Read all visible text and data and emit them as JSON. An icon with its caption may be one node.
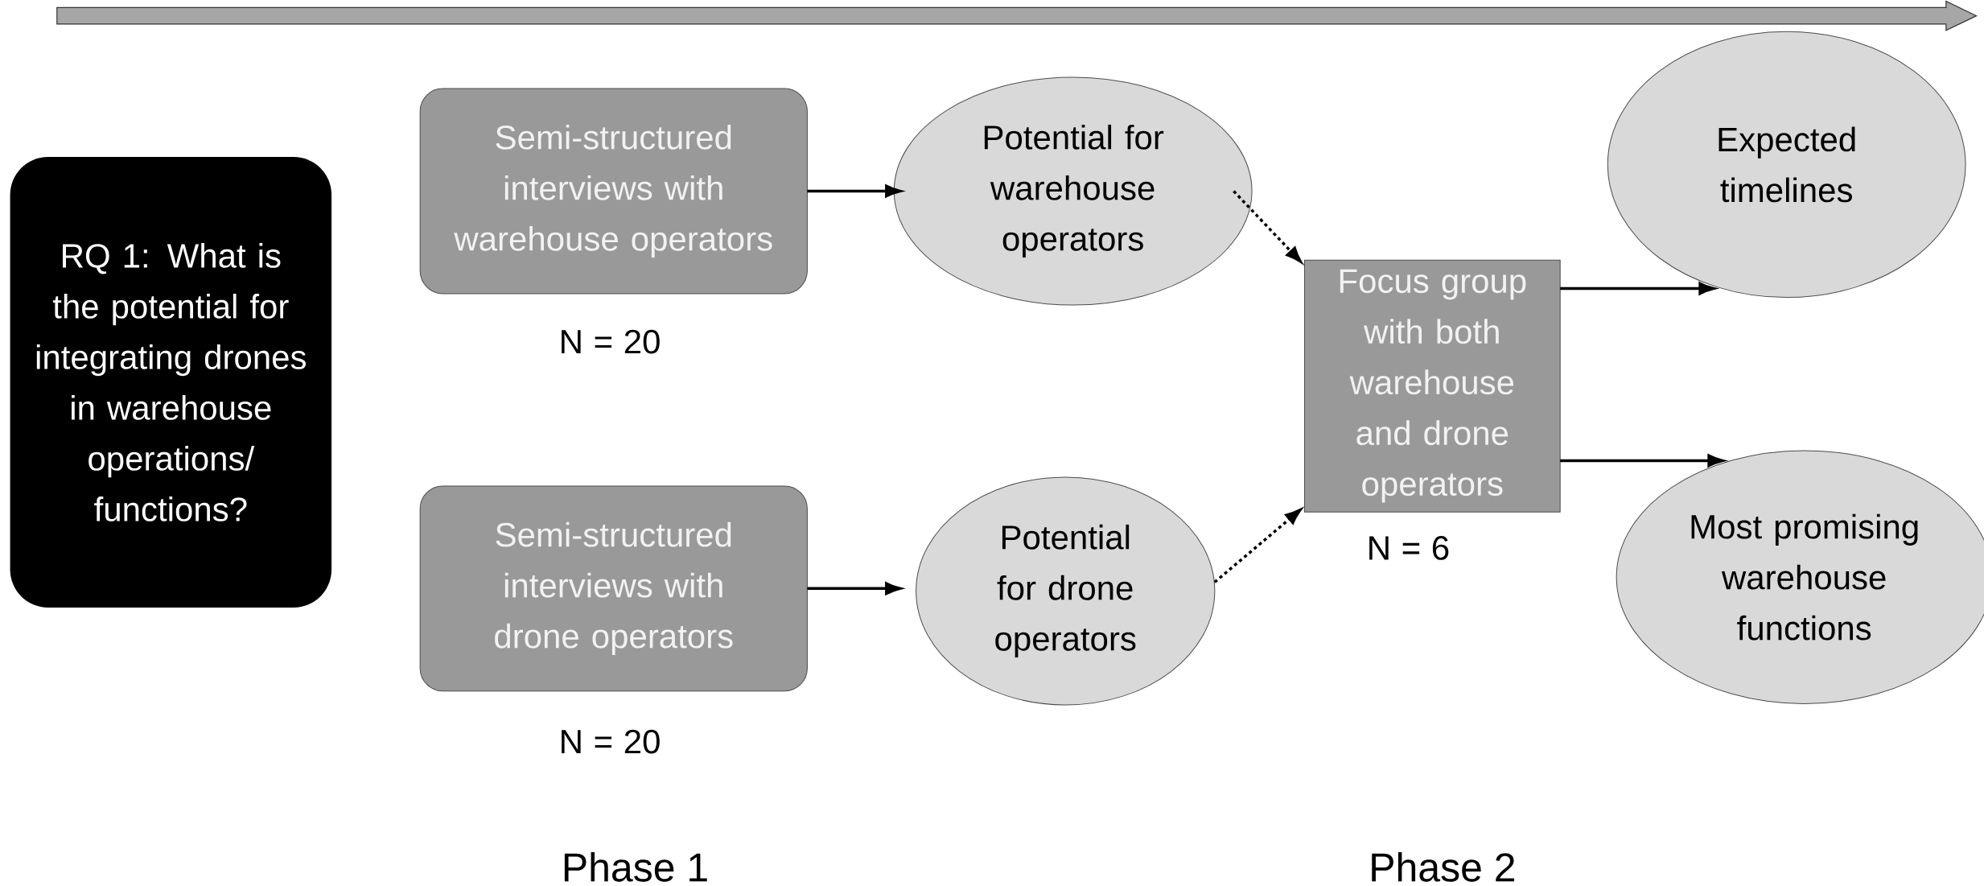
{
  "diagram": {
    "nodes": [
      {
        "text": [
          "RQ 1: What is the potential for integrating drones in warehouse operations/ functions?"
        ]
      },
      {
        "text": [
          "Semi-structured interviews with warehouse operators"
        ],
        "beside": [
          "N = 20"
        ]
      },
      {
        "text": [
          "Potential for warehouse operators"
        ]
      },
      {
        "text": [
          "Semi-structured interviews with drone operators"
        ],
        "beside": [
          "N = 20"
        ]
      },
      {
        "text": [
          "Potential for drone operators"
        ]
      },
      {
        "text": [
          "Focus group with both warehouse and drone operators"
        ],
        "beside": [
          "N = 6"
        ]
      },
      {
        "text": [
          "Expected timelines"
        ]
      },
      {
        "text": [
          "Most promising warehouse functions"
        ]
      }
    ],
    "edges": [
      {
        "from": 1,
        "to": 2,
        "arrow": "to"
      },
      {
        "from": 3,
        "to": 4,
        "arrow": "to"
      },
      {
        "from": 2,
        "to": 5,
        "arrow": "to",
        "style": "dashed"
      },
      {
        "from": 4,
        "to": 5,
        "arrow": "to",
        "style": "dashed"
      },
      {
        "from": 5,
        "to": 6,
        "arrow": "to"
      },
      {
        "from": 5,
        "to": 7,
        "arrow": "to"
      }
    ],
    "labels": [
      "Phase 1",
      "Phase 2"
    ]
  }
}
